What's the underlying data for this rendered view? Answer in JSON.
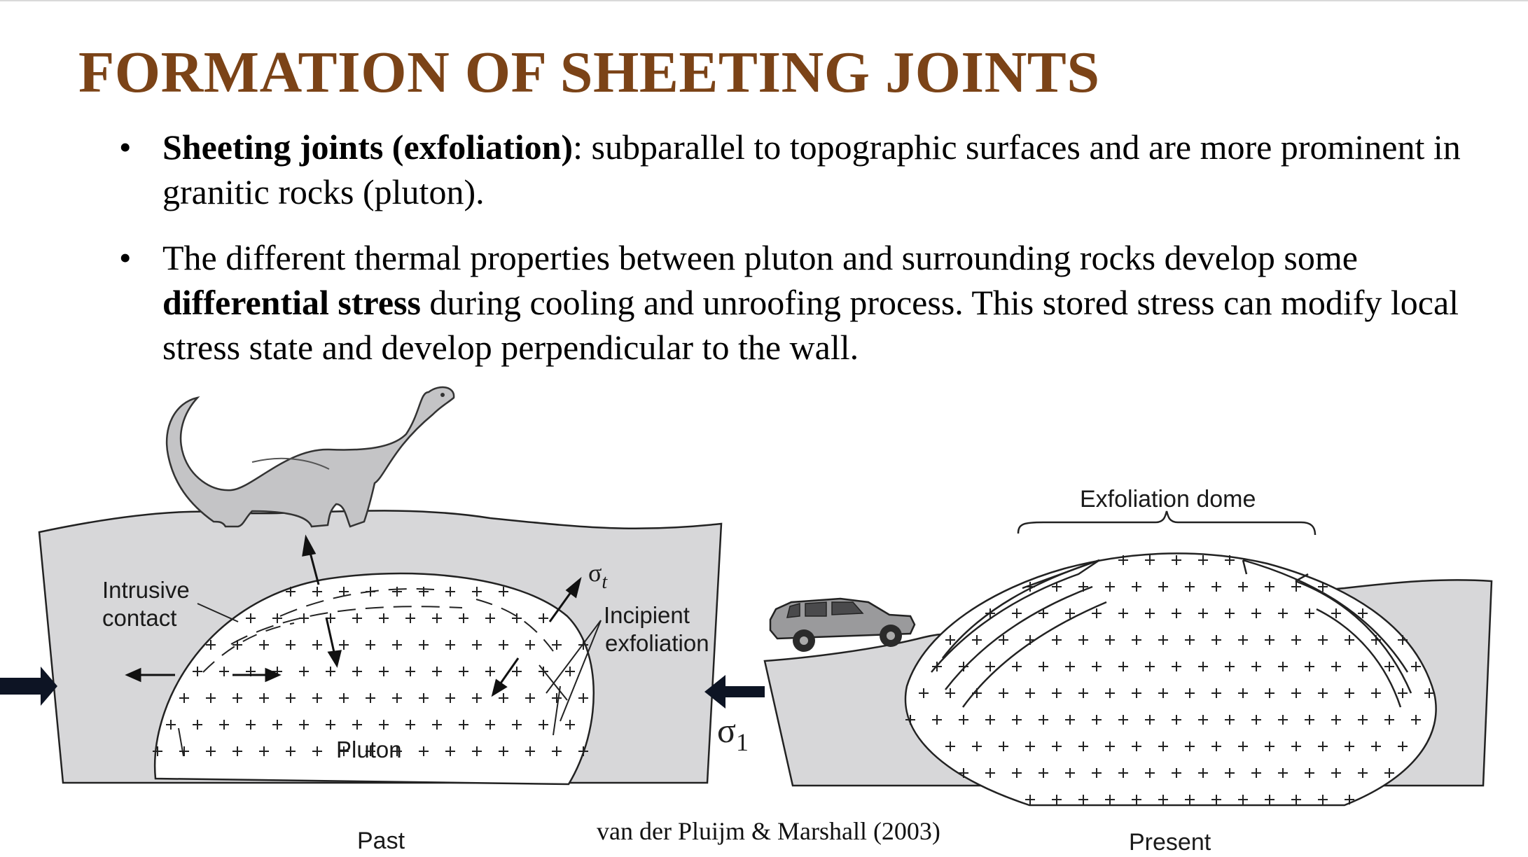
{
  "slide": {
    "title": "FORMATION OF SHEETING JOINTS",
    "title_color": "#7B4317",
    "bullets": [
      {
        "marker": "•",
        "bold_term": "Sheeting joints (exfoliation)",
        "text": ": subparallel to topographic surfaces and are more prominent in granitic rocks (pluton)."
      },
      {
        "marker": "•",
        "text_before": "The different thermal properties between pluton and surrounding rocks develop some ",
        "bold_term": "differential stress",
        "text_after": " during cooling and unroofing process. This stored stress can modify local stress state and develop perpendicular to the wall."
      }
    ]
  },
  "figure": {
    "past": {
      "intrusive_contact_line1": "Intrusive",
      "intrusive_contact_line2": "contact",
      "sigma_t_symbol": "σ",
      "sigma_t_subscript": "t",
      "incipient_line1": "Incipient",
      "incipient_line2": "exfoliation",
      "pluton_label": "Pluton",
      "caption": "Past"
    },
    "present": {
      "dome_label": "Exfoliation dome",
      "caption": "Present"
    },
    "sigma1_symbol": "σ",
    "sigma1_subscript": "1",
    "credit": "van der Pluijm & Marshall (2003)",
    "colors": {
      "rock": "#d7d7d9",
      "pluton": "#ffffff",
      "arrow": "#0d1424",
      "figure_text": "#1a1a1a"
    },
    "icons": [
      "dinosaur-illustration",
      "suv-illustration"
    ]
  }
}
